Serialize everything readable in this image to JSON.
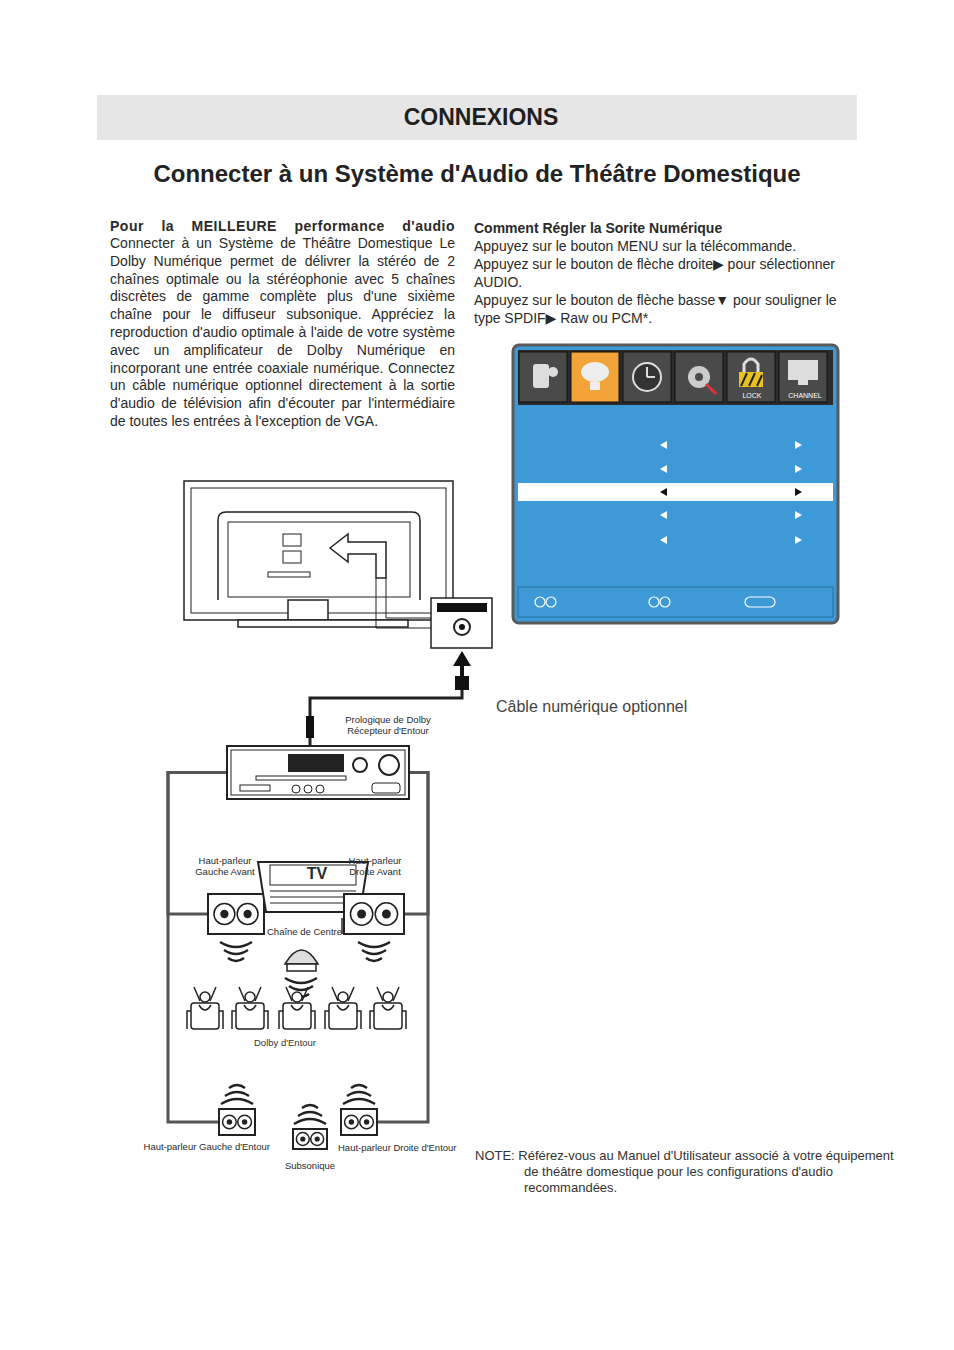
{
  "diagram": {
    "title": "Connecter à un Système d'Audio de Théâtre Domestique",
    "nodes": [
      {
        "text": [
          "CONNEXIONS"
        ]
      },
      {
        "text": [
          "Prologique de Dolby Récepteur d'Entour"
        ]
      },
      {
        "text": [
          "Haut-parleur Gauche Avant"
        ]
      },
      {
        "text": [
          "TV"
        ]
      },
      {
        "text": [
          "Haut-parleur Droite Avant"
        ]
      },
      {
        "text": [
          "Chaîne de Centre"
        ]
      },
      {
        "text": [
          "Haut-parleur Gauche d'Entour"
        ]
      },
      {
        "text": [
          "Subsonique"
        ]
      },
      {
        "text": [
          "Haut-parleur Droite d'Entour"
        ]
      }
    ],
    "edges": [
      {
        "from": 1,
        "to": 2,
        "arrow": "none"
      },
      {
        "from": 1,
        "to": 4,
        "arrow": "none"
      },
      {
        "from": 1,
        "to": 6,
        "arrow": "none"
      },
      {
        "from": 1,
        "to": 8,
        "arrow": "none"
      }
    ],
    "labels": [
      "Pour la MEILLEURE performance d'audio",
      "Connecter à un Système de Théâtre Domestique Le Dolby Numérique permet de délivrer la stéréo de 2 chaînes optimale ou la stéréophonie avec 5 chaînes discrètes de gamme complète plus d'une sixième chaîne pour le diffuseur subsonique. Appréciez la reproduction d'audio optimale à l'aide de votre système avec un amplificateur de Dolby Numérique en incorporant une entrée coaxiale numérique. Connectez un câble numérique optionnel directement à la sortie d'audio de télévision afin d'écouter par l'intermédiaire de toutes les entrées à l'exception de VGA.",
      "Comment Régler la Sorite Numérique",
      "Appuyez sur le bouton MENU sur la télécommande.",
      "Appuyez sur le bouton de flèche droite▶ pour sélectionner AUDIO.",
      "Appuyez sur le bouton de flèche basse▼ pour souligner le type SPDIF▶ Raw ou PCM*.",
      "LOCK",
      "CHANNEL",
      "Câble numérique optionnel",
      "Dolby d'Entour",
      "NOTE: Référez-vous au Manuel d'Utilisateur associé à votre équipement de théâtre domestique pour les configurations d'audio recommandées."
    ]
  }
}
